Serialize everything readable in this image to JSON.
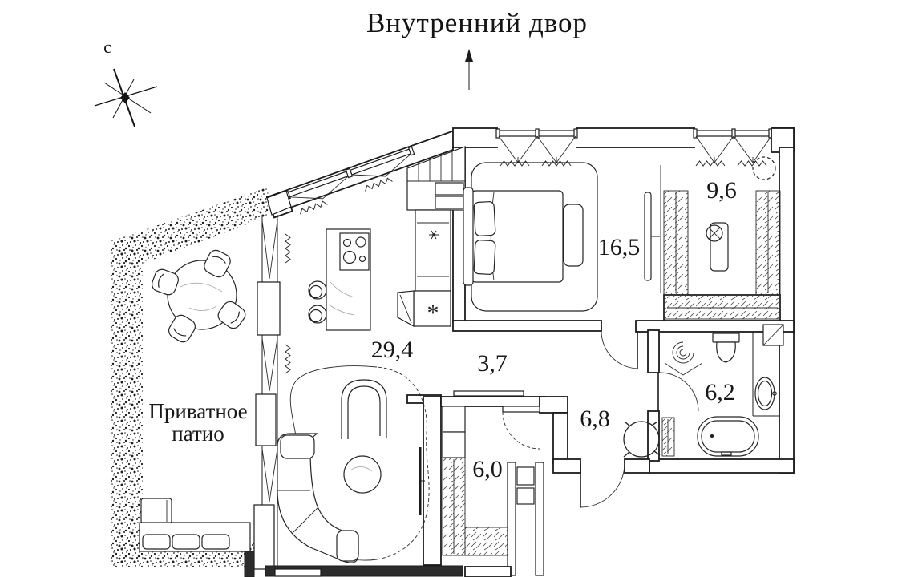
{
  "title": "Внутренний двор",
  "compass": {
    "north_label": "с"
  },
  "patio": {
    "name_line1": "Приватное",
    "name_line2": "патио"
  },
  "rooms": {
    "living_kitchen": {
      "area": "29,4"
    },
    "hallway": {
      "area": "3,7"
    },
    "bedroom": {
      "area": "16,5"
    },
    "wardrobe": {
      "area": "9,6"
    },
    "bathroom": {
      "area": "6,2"
    },
    "hall": {
      "area": "6,8"
    },
    "storage": {
      "area": "6,0"
    }
  },
  "symbols": {
    "freezer": "*"
  }
}
